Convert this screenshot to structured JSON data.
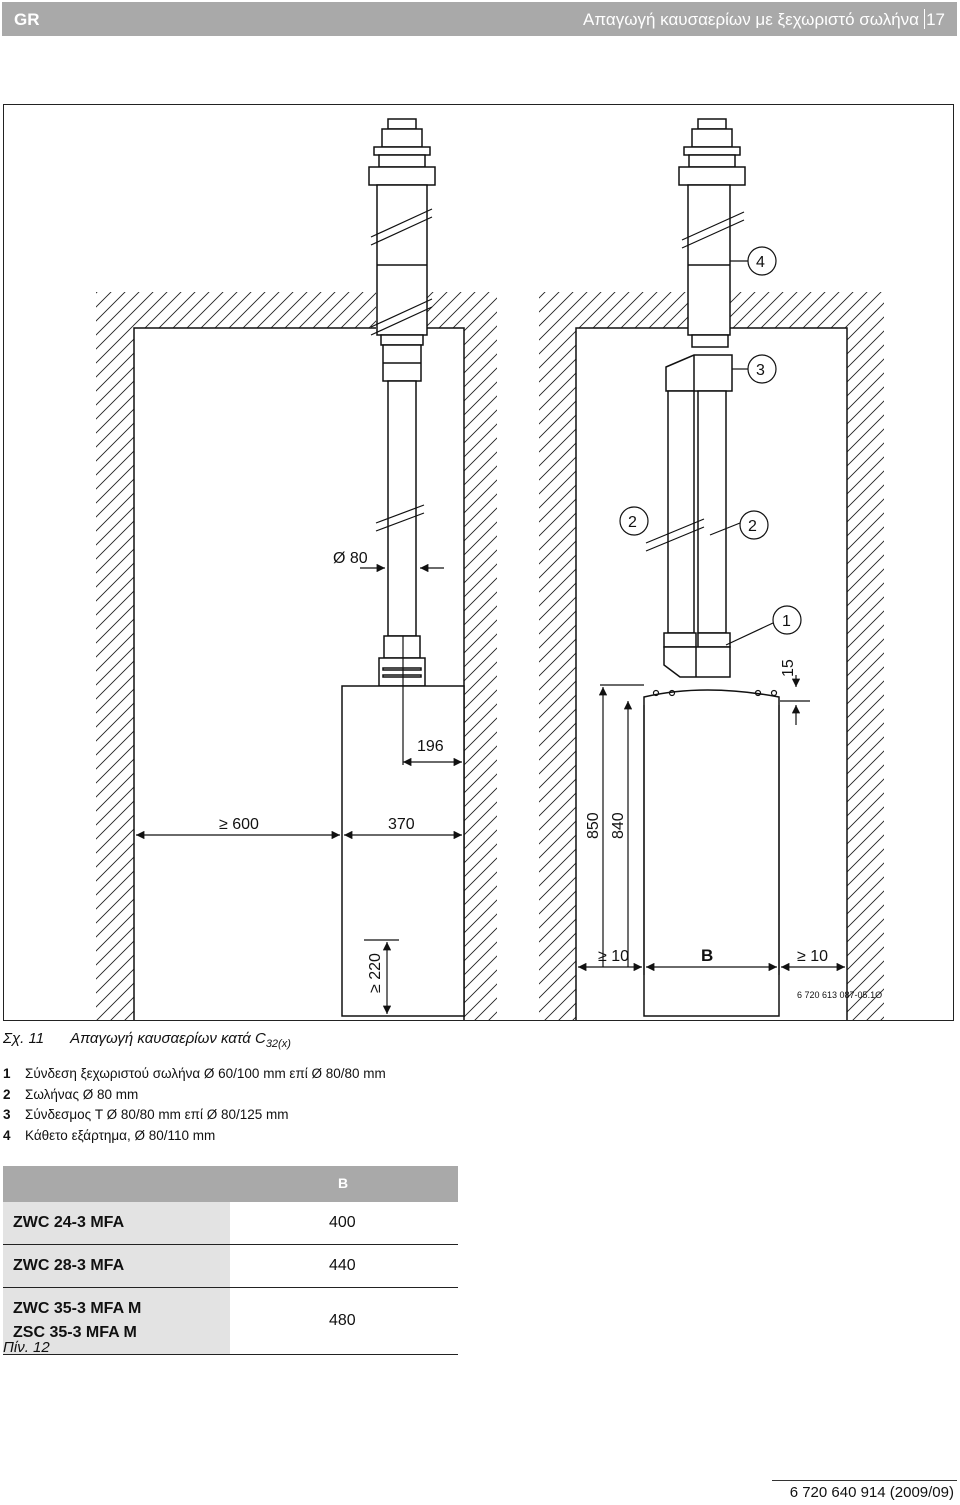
{
  "header": {
    "lang": "GR",
    "title": "Απαγωγή καυσαερίων με ξεχωριστό σωλήνα",
    "page": "17"
  },
  "figure": {
    "labels": {
      "dia": "Ø 80",
      "d196": "196",
      "d600": "≥ 600",
      "d370": "370",
      "d220": "≥ 220",
      "d850": "850",
      "d840": "840",
      "d15": "15",
      "d10a": "≥ 10",
      "dB": "B",
      "d10b": "≥ 10",
      "c4": "4",
      "c3": "3",
      "c2a": "2",
      "c2b": "2",
      "c1": "1",
      "ref": "6 720 613 087-05.1O"
    },
    "caption": {
      "num": "Σχ. 11",
      "text": "Απαγωγή καυσαερίων κατά C",
      "sub": "32(x)"
    }
  },
  "legend": [
    {
      "key": "1",
      "text": "Σύνδεση ξεχωριστού σωλήνα Ø 60/100 mm επί Ø 80/80 mm"
    },
    {
      "key": "2",
      "text": "Σωλήνας Ø 80 mm"
    },
    {
      "key": "3",
      "text": "Σύνδεσμος T Ø 80/80 mm επί Ø 80/125 mm"
    },
    {
      "key": "4",
      "text": "Κάθετο εξάρτημα, Ø 80/110 mm"
    }
  ],
  "table": {
    "header": "B",
    "rows": [
      {
        "model": "ZWC 24-3 MFA",
        "model2": "",
        "value": "400"
      },
      {
        "model": "ZWC 28-3 MFA",
        "model2": "",
        "value": "440"
      },
      {
        "model": "ZWC 35-3 MFA M",
        "model2": "ZSC 35-3 MFA M",
        "value": "480"
      }
    ],
    "caption": "Πίν. 12"
  },
  "footer": "6 720 640 914 (2009/09)"
}
